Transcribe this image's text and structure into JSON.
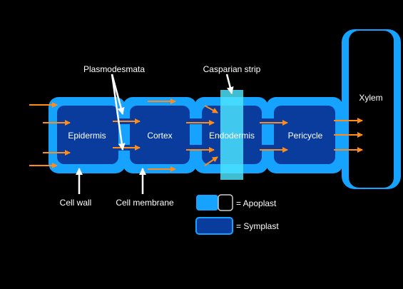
{
  "labels": {
    "plasmodesmata": "Plasmodesmata",
    "casparian_strip": "Casparian strip",
    "xylem": "Xylem",
    "cell_wall": "Cell wall",
    "cell_membrane": "Cell membrane"
  },
  "cells": [
    {
      "id": "epidermis",
      "label": "Epidermis"
    },
    {
      "id": "cortex",
      "label": "Cortex"
    },
    {
      "id": "endodermis",
      "label": "Endodermis"
    },
    {
      "id": "pericycle",
      "label": "Pericycle"
    }
  ],
  "legend": {
    "apoplast": "= Apoplast",
    "symplast": "= Symplast"
  },
  "colors": {
    "apoplast": "#16a2ff",
    "symplast": "#0a3c9e",
    "strip": "#4ee6ff",
    "arrow": "#ff8c1a",
    "background": "#000000",
    "text": "#ffffff"
  }
}
